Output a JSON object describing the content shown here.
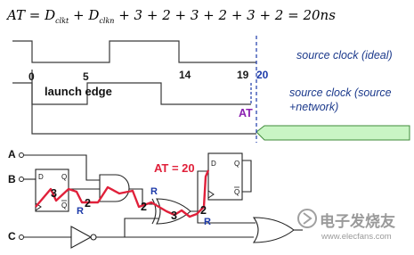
{
  "equation": {
    "prefix": "AT = D",
    "sub1": "clkt",
    "plus": " + D",
    "sub2": "clkn",
    "rest": " + 3 + 2 + 3 + 2 + 3 + 2 = 20ns"
  },
  "timing": {
    "ticks": [
      "0",
      "5",
      "14",
      "19",
      "20"
    ],
    "ideal_label": "source clock (ideal)",
    "network_label_1": "source clock (source",
    "network_label_2": "+network)",
    "launch_label": "launch edge",
    "at_label": "AT"
  },
  "circuit": {
    "inputs": [
      "A",
      "B",
      "C"
    ],
    "delays": [
      "3",
      "2",
      "2",
      "3",
      "2"
    ],
    "r_labels": [
      "R",
      "R",
      "R"
    ],
    "at_value": "AT = 20",
    "ff_pins": {
      "d": "D",
      "q": "Q",
      "qbar": "Q"
    }
  },
  "watermark": {
    "logo_text": "电子发烧友",
    "url": "www.elecfans.com"
  },
  "colors": {
    "critical_path": "#e0203a",
    "arrival_band": "#c9f5c4",
    "label_blue": "#1c3a8c"
  }
}
